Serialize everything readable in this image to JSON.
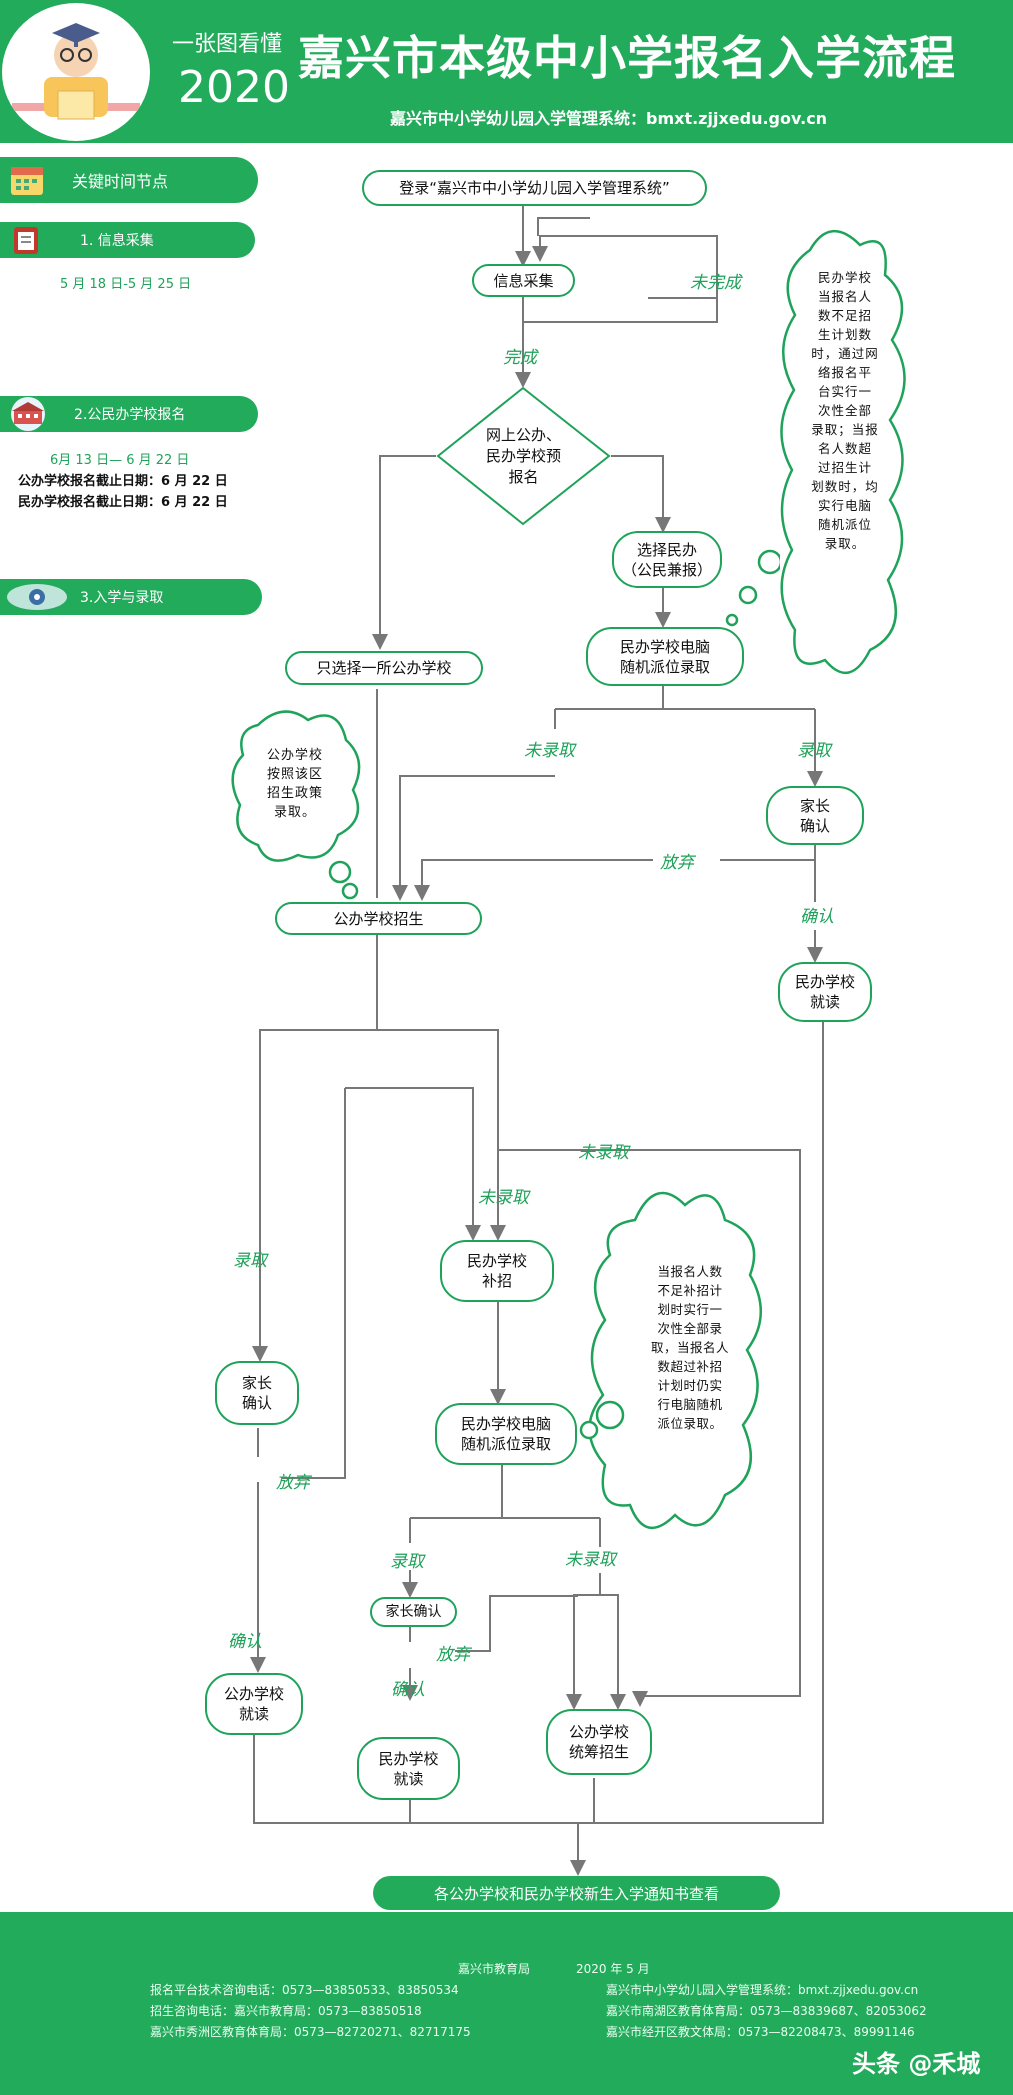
{
  "header": {
    "subtitle": "一张图看懂",
    "year": "2020",
    "title": "嘉兴市本级中小学报名入学流程",
    "system_url": "嘉兴市中小学幼儿园入学管理系统：bmxt.zjjxedu.gov.cn"
  },
  "sidebar": {
    "key_nodes": "关键时间节点",
    "step1": {
      "label": "1. 信息采集",
      "date": "5 月 18 日-5 月 25 日"
    },
    "step2": {
      "label": "2.公民办学校报名",
      "date": "6月  13 日—  6 月  22  日",
      "public_deadline": "公办学校报名截止日期：6 月 22 日",
      "private_deadline": "民办学校报名截止日期：6 月 22 日"
    },
    "step3": {
      "label": "3.入学与录取"
    }
  },
  "flow": {
    "login": "登录“嘉兴市中小学幼儿园入学管理系统”",
    "info_collect": "信息采集",
    "incomplete": "未完成",
    "complete": "完成",
    "diamond": [
      "网上公办、",
      "民办学校预",
      "报名"
    ],
    "choose_private": [
      "选择民办",
      "（公民兼报）"
    ],
    "private_lottery": [
      "民办学校电脑",
      "随机派位录取"
    ],
    "only_public": "只选择一所公办学校",
    "not_admitted_1": "未录取",
    "admitted_1": "录取",
    "parent_confirm_1": [
      "家长",
      "确认"
    ],
    "give_up_1": "放弃",
    "confirm_1": "确认",
    "public_enroll": "公办学校招生",
    "private_study_1": [
      "民办学校",
      "就读"
    ],
    "not_admitted_2": "未录取",
    "not_admitted_3": "未录取",
    "admitted_2": "录取",
    "private_supplement": [
      "民办学校",
      "补招"
    ],
    "parent_confirm_2": [
      "家长",
      "确认"
    ],
    "give_up_2": "放弃",
    "private_lottery_2": [
      "民办学校电脑",
      "随机派位录取"
    ],
    "admitted_3": "录取",
    "not_admitted_4": "未录取",
    "parent_confirm_3": "家长确认",
    "give_up_3": "放弃",
    "confirm_2": "确认",
    "confirm_3": "确认",
    "public_study": [
      "公办学校",
      "就读"
    ],
    "private_study_2": [
      "民办学校",
      "就读"
    ],
    "public_coordinated": [
      "公办学校",
      "统筹招生"
    ],
    "final": "各公办学校和民办学校新生入学通知书查看"
  },
  "clouds": {
    "cloud1": [
      "民办学校",
      "当报名人",
      "数不足招",
      "生计划数",
      "时，通过网",
      "络报名平",
      "台实行一",
      "次性全部",
      "录取；当报",
      "名人数超",
      "过招生计",
      "划数时，均",
      "实行电脑",
      "随机派位",
      "录取。"
    ],
    "cloud2": [
      "公办学校",
      "按照该区",
      "招生政策",
      "录取。"
    ],
    "cloud3": [
      "当报名人数",
      "不足补招计",
      "划时实行一",
      "次性全部录",
      "取，当报名人",
      "数超过补招",
      "计划时仍实",
      "行电脑随机",
      "派位录取。"
    ]
  },
  "footer": {
    "issuer": "嘉兴市教育局",
    "date": "2020 年 5 月",
    "line1_left": "报名平台技术咨询电话：0573—83850533、83850534",
    "line1_right": "嘉兴市中小学幼儿园入学管理系统：bmxt.zjjxedu.gov.cn",
    "line2_left": "招生咨询电话：嘉兴市教育局：0573—83850518",
    "line2_right": "嘉兴市南湖区教育体育局：0573—83839687、82053062",
    "line3_left": "嘉兴市秀洲区教育体育局：0573—82720271、82717175",
    "line3_right": "嘉兴市经开区教文体局：0573—82208473、89991146",
    "watermark": "头条 @禾城"
  },
  "colors": {
    "brand_green": "#23ab5c",
    "label_green": "#1fa25a"
  }
}
